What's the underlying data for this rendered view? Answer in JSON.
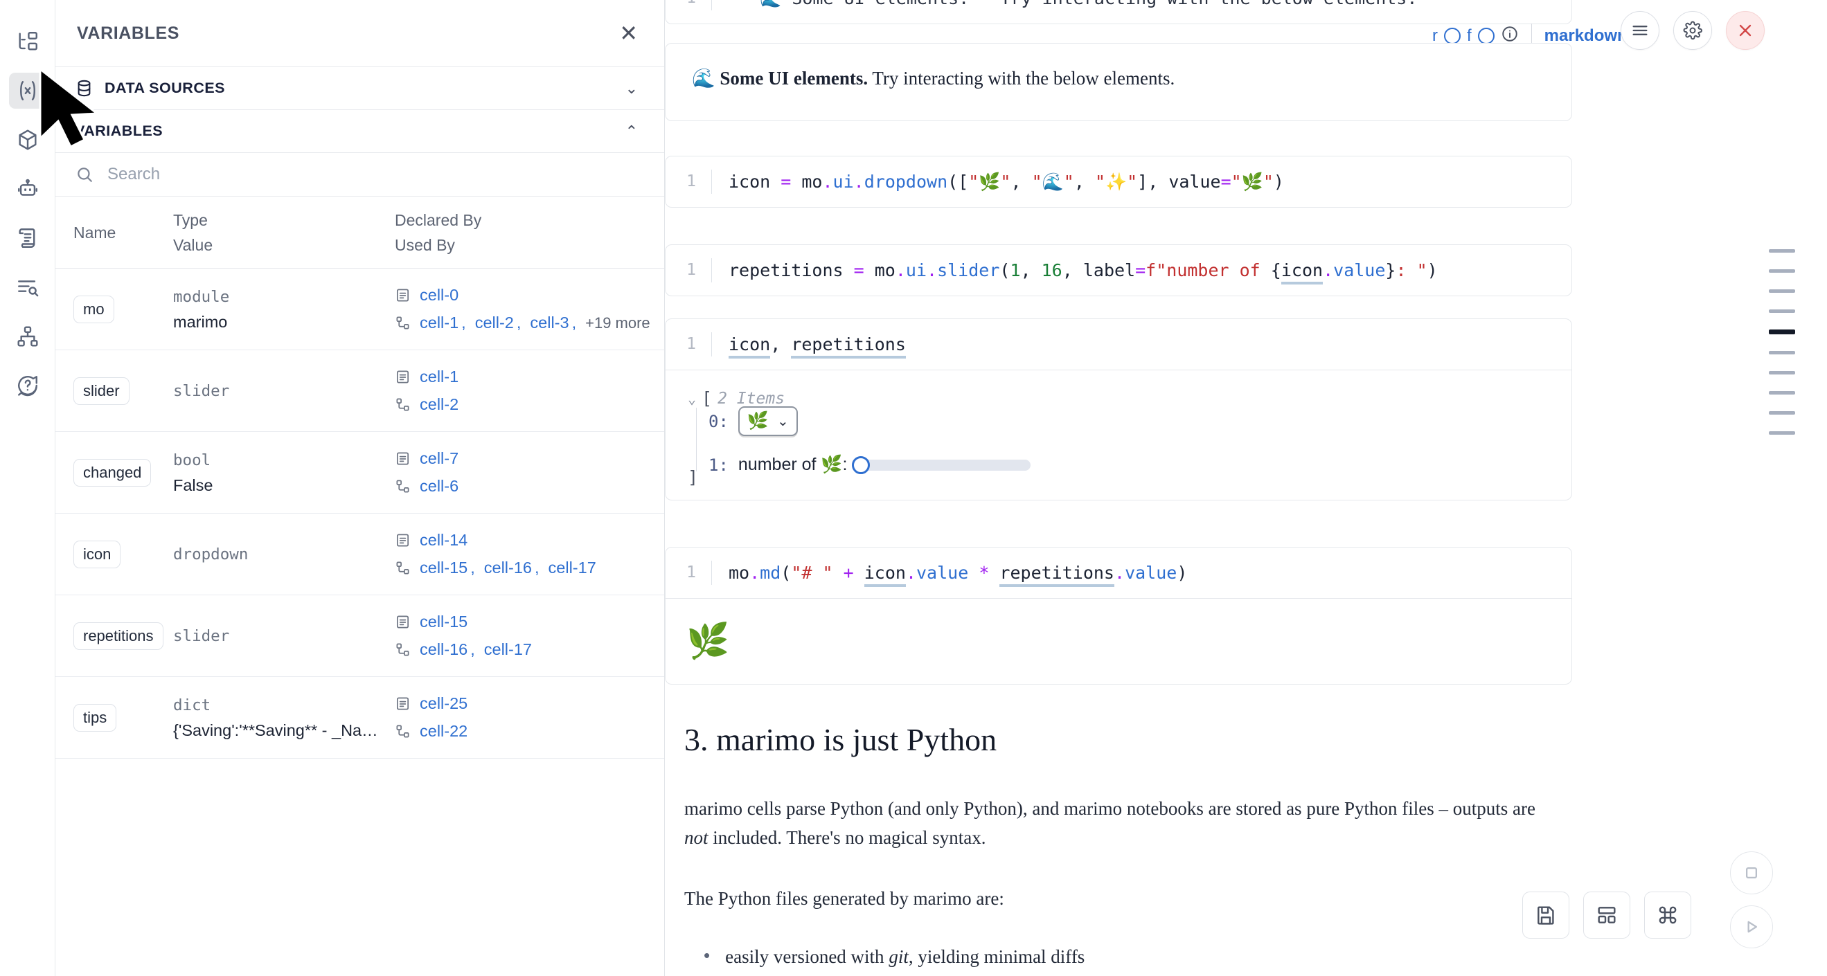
{
  "rail": {
    "items": [
      {
        "icon": "file-tree-icon",
        "name": "sidebar-item-file-explorer",
        "active": false
      },
      {
        "icon": "variables-x-icon",
        "name": "sidebar-item-variables",
        "active": true
      },
      {
        "icon": "package-cube-icon",
        "name": "sidebar-item-packages",
        "active": false
      },
      {
        "icon": "robot-ai-icon",
        "name": "sidebar-item-ai-assistant",
        "active": false
      },
      {
        "icon": "scroll-doc-icon",
        "name": "sidebar-item-documentation",
        "active": false
      },
      {
        "icon": "outline-search-icon",
        "name": "sidebar-item-outline",
        "active": false
      },
      {
        "icon": "dependency-graph-icon",
        "name": "sidebar-item-dependency-graph",
        "active": false
      },
      {
        "icon": "help-circle-icon",
        "name": "sidebar-item-help",
        "active": false
      }
    ]
  },
  "panel": {
    "title": "VARIABLES",
    "close_label": "✕",
    "sections": [
      {
        "label": "DATA SOURCES",
        "icon": "database-icon",
        "expanded": false,
        "chevron": "⌄"
      },
      {
        "label": "VARIABLES",
        "icon": "none",
        "expanded": true,
        "chevron": "⌃"
      }
    ],
    "search": {
      "placeholder": "Search",
      "value": ""
    },
    "table": {
      "headers": {
        "name": "Name",
        "type": "Type",
        "value": "Value",
        "declared_by": "Declared By",
        "used_by": "Used By"
      },
      "rows": [
        {
          "name": "mo",
          "type": "module",
          "value": "marimo",
          "declared_by": [
            "cell-0"
          ],
          "used_by": [
            "cell-1",
            "cell-2",
            "cell-3"
          ],
          "used_by_more": "+19 more"
        },
        {
          "name": "slider",
          "type": "slider",
          "value": "",
          "declared_by": [
            "cell-1"
          ],
          "used_by": [
            "cell-2"
          ],
          "used_by_more": ""
        },
        {
          "name": "changed",
          "type": "bool",
          "value": "False",
          "declared_by": [
            "cell-7"
          ],
          "used_by": [
            "cell-6"
          ],
          "used_by_more": ""
        },
        {
          "name": "icon",
          "type": "dropdown",
          "value": "",
          "declared_by": [
            "cell-14"
          ],
          "used_by": [
            "cell-15",
            "cell-16",
            "cell-17"
          ],
          "used_by_more": ""
        },
        {
          "name": "repetitions",
          "type": "slider",
          "value": "",
          "declared_by": [
            "cell-15"
          ],
          "used_by": [
            "cell-16",
            "cell-17"
          ],
          "used_by_more": ""
        },
        {
          "name": "tips",
          "type": "dict",
          "value": "{'Saving':'**Saving** - _Na…",
          "declared_by": [
            "cell-25"
          ],
          "used_by": [
            "cell-22"
          ],
          "used_by_more": ""
        }
      ]
    }
  },
  "notebook": {
    "top_cell": {
      "line_no": "1",
      "code": "\"**🌊 Some UI elements.** Try interacting with the below elements."
    },
    "toolbar": {
      "badge_r": "r",
      "badge_f": "f",
      "info_icon": "info-icon",
      "language": "markdown",
      "menu_icon": "hamburger-menu-icon",
      "settings_icon": "gear-icon",
      "close_icon": "close-x-icon"
    },
    "markdown_output": {
      "emoji": "🌊",
      "bold": "Some UI elements.",
      "rest": " Try interacting with the below elements."
    },
    "cells": [
      {
        "id": "cell-dropdown-def",
        "line_no": "1",
        "tokens": [
          {
            "t": "icon ",
            "c": "tk-var"
          },
          {
            "t": "= ",
            "c": "tk-op"
          },
          {
            "t": "mo",
            "c": "tk-var"
          },
          {
            "t": ".",
            "c": "tk-op"
          },
          {
            "t": "ui",
            "c": "tk-attr"
          },
          {
            "t": ".",
            "c": "tk-op"
          },
          {
            "t": "dropdown",
            "c": "tk-attr"
          },
          {
            "t": "([",
            "c": "tk-plain"
          },
          {
            "t": "\"🌿\"",
            "c": "tk-str"
          },
          {
            "t": ", ",
            "c": "tk-plain"
          },
          {
            "t": "\"🌊\"",
            "c": "tk-str"
          },
          {
            "t": ", ",
            "c": "tk-plain"
          },
          {
            "t": "\"✨\"",
            "c": "tk-str"
          },
          {
            "t": "], ",
            "c": "tk-plain"
          },
          {
            "t": "value",
            "c": "tk-var"
          },
          {
            "t": "=",
            "c": "tk-op"
          },
          {
            "t": "\"🌿\"",
            "c": "tk-str"
          },
          {
            "t": ")",
            "c": "tk-plain"
          }
        ]
      },
      {
        "id": "cell-slider-def",
        "line_no": "1",
        "tokens": [
          {
            "t": "repetitions ",
            "c": "tk-var"
          },
          {
            "t": "= ",
            "c": "tk-op"
          },
          {
            "t": "mo",
            "c": "tk-var"
          },
          {
            "t": ".",
            "c": "tk-op"
          },
          {
            "t": "ui",
            "c": "tk-attr"
          },
          {
            "t": ".",
            "c": "tk-op"
          },
          {
            "t": "slider",
            "c": "tk-attr"
          },
          {
            "t": "(",
            "c": "tk-plain"
          },
          {
            "t": "1",
            "c": "tk-num"
          },
          {
            "t": ", ",
            "c": "tk-plain"
          },
          {
            "t": "16",
            "c": "tk-num"
          },
          {
            "t": ", ",
            "c": "tk-plain"
          },
          {
            "t": "label",
            "c": "tk-var"
          },
          {
            "t": "=",
            "c": "tk-op"
          },
          {
            "t": "f\"number of ",
            "c": "tk-str"
          },
          {
            "t": "{",
            "c": "tk-plain"
          },
          {
            "t": "icon",
            "c": "tk-var ul"
          },
          {
            "t": ".",
            "c": "tk-op"
          },
          {
            "t": "value",
            "c": "tk-attr"
          },
          {
            "t": "}",
            "c": "tk-plain"
          },
          {
            "t": ": \"",
            "c": "tk-str"
          },
          {
            "t": ")",
            "c": "tk-plain"
          }
        ]
      },
      {
        "id": "cell-display",
        "line_no": "1",
        "tokens": [
          {
            "t": "icon",
            "c": "tk-var ul"
          },
          {
            "t": ", ",
            "c": "tk-plain"
          },
          {
            "t": "repetitions",
            "c": "tk-var ul"
          }
        ]
      },
      {
        "id": "cell-md-render",
        "line_no": "1",
        "tokens": [
          {
            "t": "mo",
            "c": "tk-var"
          },
          {
            "t": ".",
            "c": "tk-op"
          },
          {
            "t": "md",
            "c": "tk-attr"
          },
          {
            "t": "(",
            "c": "tk-plain"
          },
          {
            "t": "\"# \"",
            "c": "tk-str"
          },
          {
            "t": " + ",
            "c": "tk-op"
          },
          {
            "t": "icon",
            "c": "tk-var ul"
          },
          {
            "t": ".",
            "c": "tk-op"
          },
          {
            "t": "value",
            "c": "tk-attr"
          },
          {
            "t": " * ",
            "c": "tk-op"
          },
          {
            "t": "repetitions",
            "c": "tk-var ul"
          },
          {
            "t": ".",
            "c": "tk-op"
          },
          {
            "t": "value",
            "c": "tk-attr"
          },
          {
            "t": ")",
            "c": "tk-plain"
          }
        ]
      }
    ],
    "list_output": {
      "caret": "⌄",
      "open_bracket": "[",
      "items_label": "2 Items",
      "close_bracket": "]",
      "entries": [
        {
          "index": "0:",
          "kind": "dropdown",
          "value_emoji": "🌿",
          "chevron": "⌄"
        },
        {
          "index": "1:",
          "kind": "slider",
          "label": "number of 🌿:",
          "value": 1,
          "min": 1,
          "max": 16
        }
      ]
    },
    "md_render_output": {
      "emoji": "🌿"
    },
    "doc": {
      "heading": "3. marimo is just Python",
      "heading_chevron": "⌄",
      "para1_a": "marimo cells parse Python (and only Python), and marimo notebooks are stored as pure Python files – outputs are ",
      "para1_em": "not",
      "para1_b": " included. There's no magical syntax.",
      "para2": "The Python files generated by marimo are:",
      "bullet1_a": "easily versioned with ",
      "bullet1_em": "git",
      "bullet1_b": ", yielding minimal diffs"
    }
  },
  "minimap": {
    "bars": [
      {
        "active": false
      },
      {
        "active": false
      },
      {
        "active": false
      },
      {
        "active": false
      },
      {
        "active": true
      },
      {
        "active": false
      },
      {
        "active": false
      },
      {
        "active": false
      },
      {
        "active": false
      },
      {
        "active": false
      }
    ]
  },
  "fabs": [
    {
      "icon": "save-disk-icon",
      "name": "save-notebook-button"
    },
    {
      "icon": "layout-panel-icon",
      "name": "layout-button"
    },
    {
      "icon": "command-key-icon",
      "name": "command-palette-button"
    }
  ],
  "fab_circles": [
    {
      "icon": "stop-square-icon",
      "name": "interrupt-button"
    },
    {
      "icon": "run-play-icon",
      "name": "run-all-button"
    }
  ],
  "colors": {
    "accent_blue": "#2f6fd0",
    "text_dark": "#1c2333",
    "muted": "#6b7381",
    "danger": "#d24545",
    "string_red": "#c23030",
    "number_green": "#1a7f37",
    "operator_purple": "#a020f0"
  }
}
